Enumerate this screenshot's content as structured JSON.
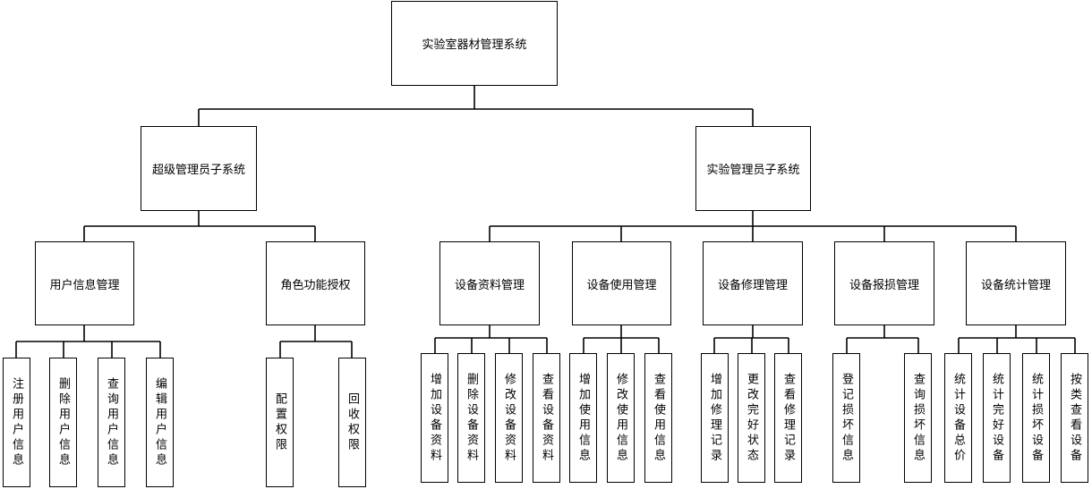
{
  "root": {
    "label": "实验室器材管理系统"
  },
  "level1": [
    {
      "label": "超级管理员子系统"
    },
    {
      "label": "实验管理员子系统"
    }
  ],
  "level2": [
    {
      "label": "用户信息管理"
    },
    {
      "label": "角色功能授权"
    },
    {
      "label": "设备资料管理"
    },
    {
      "label": "设备使用管理"
    },
    {
      "label": "设备修理管理"
    },
    {
      "label": "设备报损管理"
    },
    {
      "label": "设备统计管理"
    }
  ],
  "leaves": [
    {
      "label": "注册用户信息"
    },
    {
      "label": "删除用户信息"
    },
    {
      "label": "查询用户信息"
    },
    {
      "label": "编辑用户信息"
    },
    {
      "label": "配置权限"
    },
    {
      "label": "回收权限"
    },
    {
      "label": "增加设备资料"
    },
    {
      "label": "删除设备资料"
    },
    {
      "label": "修改设备资料"
    },
    {
      "label": "查看设备资料"
    },
    {
      "label": "增加使用信息"
    },
    {
      "label": "修改使用信息"
    },
    {
      "label": "查看使用信息"
    },
    {
      "label": "增加修理记录"
    },
    {
      "label": "更改完好状态"
    },
    {
      "label": "查看修理记录"
    },
    {
      "label": "登记损坏信息"
    },
    {
      "label": "查询损坏信息"
    },
    {
      "label": "统计设备总价"
    },
    {
      "label": "统计完好设备"
    },
    {
      "label": "统计损坏设备"
    },
    {
      "label": "按类查看设备"
    }
  ]
}
